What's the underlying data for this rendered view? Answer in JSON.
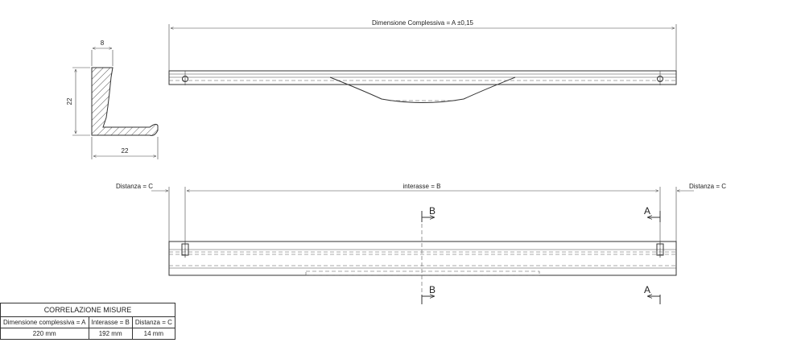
{
  "dimensions": {
    "profile_width": "8",
    "profile_height": "22",
    "profile_depth": "22",
    "overall": "Dimensione Complessiva = A ±0,15",
    "distance_left": "Distanza = C",
    "distance_right": "Distanza = C",
    "interaxis": "interasse = B"
  },
  "section_markers": {
    "b_top": "B",
    "b_bottom": "B",
    "a_top": "A",
    "a_bottom": "A"
  },
  "table": {
    "title": "CORRELAZIONE MISURE",
    "headers": [
      "Dimensione complessiva = A",
      "Interasse = B",
      "Distanza = C"
    ],
    "row": [
      "220 mm",
      "192 mm",
      "14 mm"
    ]
  }
}
